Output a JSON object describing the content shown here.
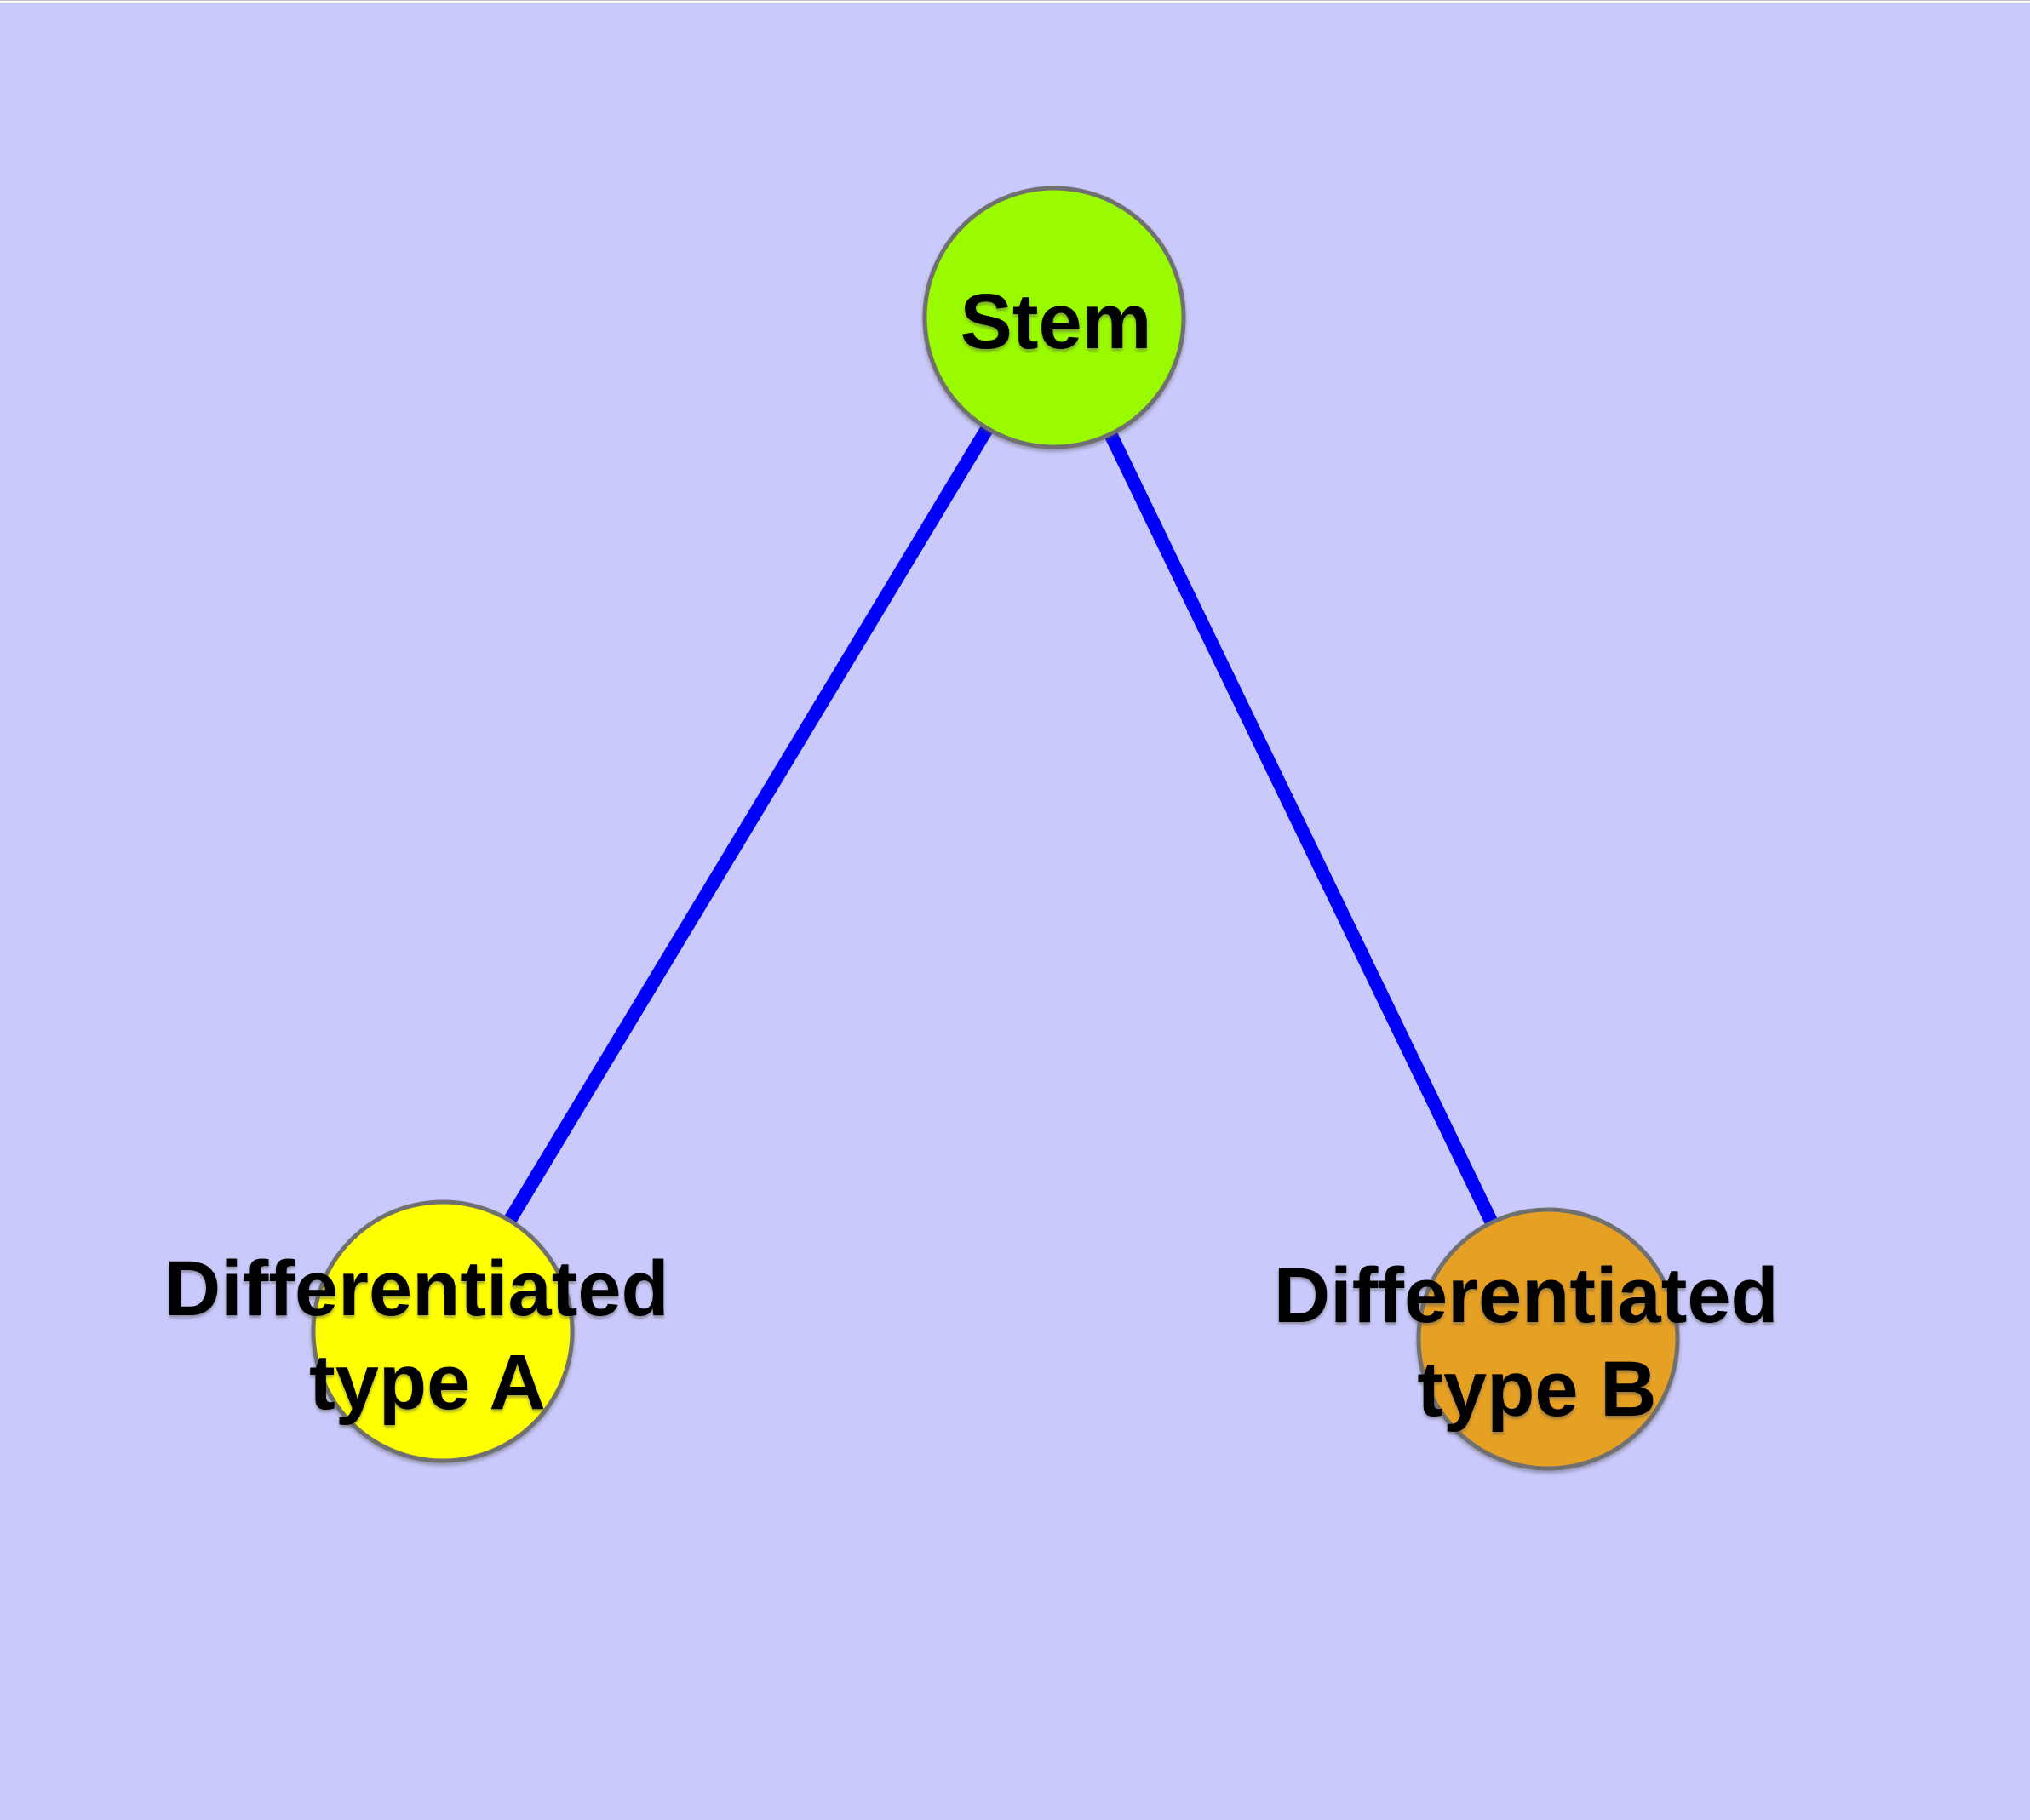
{
  "colors": {
    "background": "#C9C9FB",
    "top_strip": "#FFFFFF",
    "top_strip_hairline": "#C0C0C0",
    "edge": "#0000FA",
    "node_border": "#707070",
    "label_text": "#000000",
    "stem_fill": "#9AFB00",
    "type_a_fill": "#FFFF00",
    "type_b_fill": "#E6A124"
  },
  "nodes": [
    {
      "id": "stem",
      "label_lines": [
        "Stem"
      ],
      "fill": "#9AFB00"
    },
    {
      "id": "differentiated-type-a",
      "label_lines": [
        "Differentiated",
        "type A"
      ],
      "fill": "#FFFF00"
    },
    {
      "id": "differentiated-type-b",
      "label_lines": [
        "Differentiated",
        "type B"
      ],
      "fill": "#E6A124"
    }
  ],
  "edges": [
    {
      "from": "stem",
      "to": "differentiated-type-a"
    },
    {
      "from": "stem",
      "to": "differentiated-type-b"
    }
  ]
}
